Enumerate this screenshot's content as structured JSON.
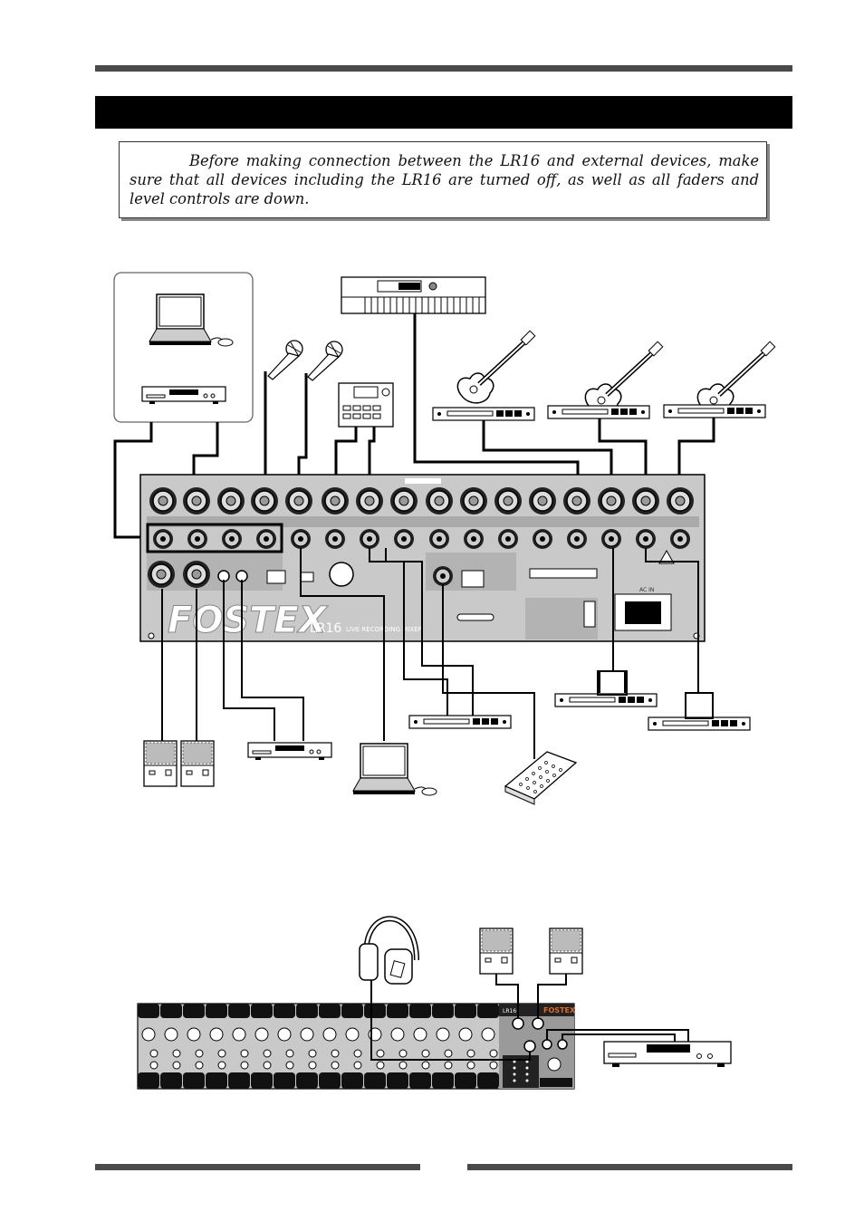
{
  "note": {
    "text": "Before making connection between the LR16 and external devices, make sure that all devices including the LR16 are turned off, as well as all faders and level controls are down."
  },
  "panel": {
    "brand": "FOSTEX",
    "model": "LR16",
    "subtitle": "LIVE RECORDING MIXER",
    "ac_label": "AC IN"
  },
  "top_console": {
    "brand": "FOSTEX",
    "model": "LR16"
  }
}
